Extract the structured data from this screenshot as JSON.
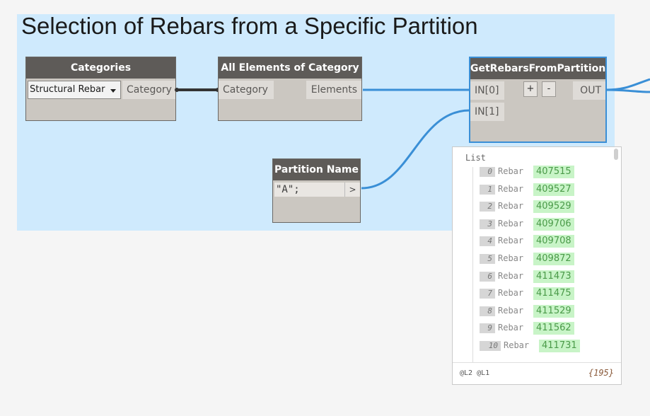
{
  "group": {
    "title": "Selection of Rebars from a Specific Partition"
  },
  "nodes": {
    "categories": {
      "title": "Categories",
      "dropdown_value": "Structural Rebar",
      "output_port": "Category"
    },
    "all_elements": {
      "title": "All Elements of Category",
      "input_port": "Category",
      "output_port": "Elements"
    },
    "get_rebars": {
      "title": "GetRebarsFromPartition",
      "input_ports": [
        "IN[0]",
        "IN[1]"
      ],
      "add_label": "+",
      "remove_label": "-",
      "output_port": "OUT"
    },
    "partition_name": {
      "title": "Partition Name",
      "code": "\"A\";",
      "output_arrow": ">"
    }
  },
  "preview": {
    "list_label": "List",
    "items": [
      {
        "index": "0",
        "type": "Rebar",
        "value": "407515"
      },
      {
        "index": "1",
        "type": "Rebar",
        "value": "409527"
      },
      {
        "index": "2",
        "type": "Rebar",
        "value": "409529"
      },
      {
        "index": "3",
        "type": "Rebar",
        "value": "409706"
      },
      {
        "index": "4",
        "type": "Rebar",
        "value": "409708"
      },
      {
        "index": "5",
        "type": "Rebar",
        "value": "409872"
      },
      {
        "index": "6",
        "type": "Rebar",
        "value": "411473"
      },
      {
        "index": "7",
        "type": "Rebar",
        "value": "411475"
      },
      {
        "index": "8",
        "type": "Rebar",
        "value": "411529"
      },
      {
        "index": "9",
        "type": "Rebar",
        "value": "411562"
      },
      {
        "index": "10",
        "type": "Rebar",
        "value": "411731"
      }
    ],
    "levels": "@L2 @L1",
    "count": "{195}"
  },
  "colors": {
    "group_bg": "#cfeafd",
    "wire_active": "#3a8fd6",
    "wire_dark": "#333333",
    "node_header": "#5e5b58",
    "value_bg": "#c8f4c7"
  }
}
